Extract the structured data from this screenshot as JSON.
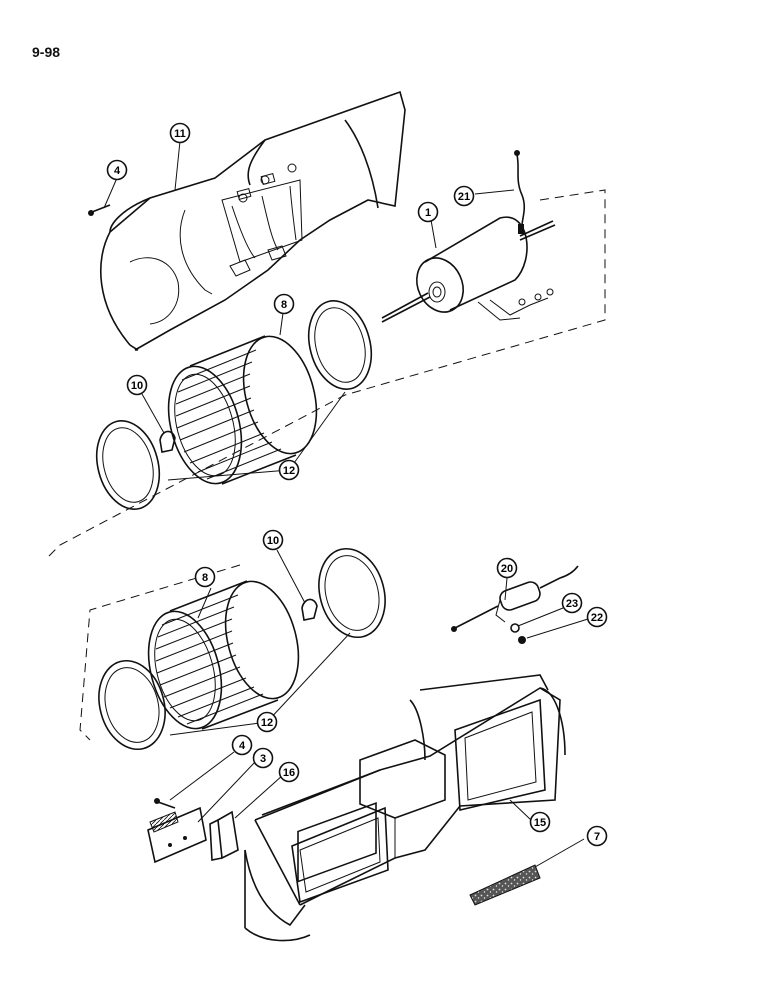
{
  "page": {
    "number": "9-98"
  },
  "callouts": [
    {
      "id": "c11-top",
      "label": "11"
    },
    {
      "id": "c4-top",
      "label": "4"
    },
    {
      "id": "c21",
      "label": "21"
    },
    {
      "id": "c1",
      "label": "1"
    },
    {
      "id": "c8-top",
      "label": "8"
    },
    {
      "id": "c10-top",
      "label": "10"
    },
    {
      "id": "c12-top",
      "label": "12"
    },
    {
      "id": "c10-bottom",
      "label": "10"
    },
    {
      "id": "c8-bottom",
      "label": "8"
    },
    {
      "id": "c20",
      "label": "20"
    },
    {
      "id": "c23",
      "label": "23"
    },
    {
      "id": "c22",
      "label": "22"
    },
    {
      "id": "c12-bottom",
      "label": "12"
    },
    {
      "id": "c4-bottom",
      "label": "4"
    },
    {
      "id": "c3",
      "label": "3"
    },
    {
      "id": "c16",
      "label": "16"
    },
    {
      "id": "c15",
      "label": "15"
    },
    {
      "id": "c7",
      "label": "7"
    }
  ]
}
